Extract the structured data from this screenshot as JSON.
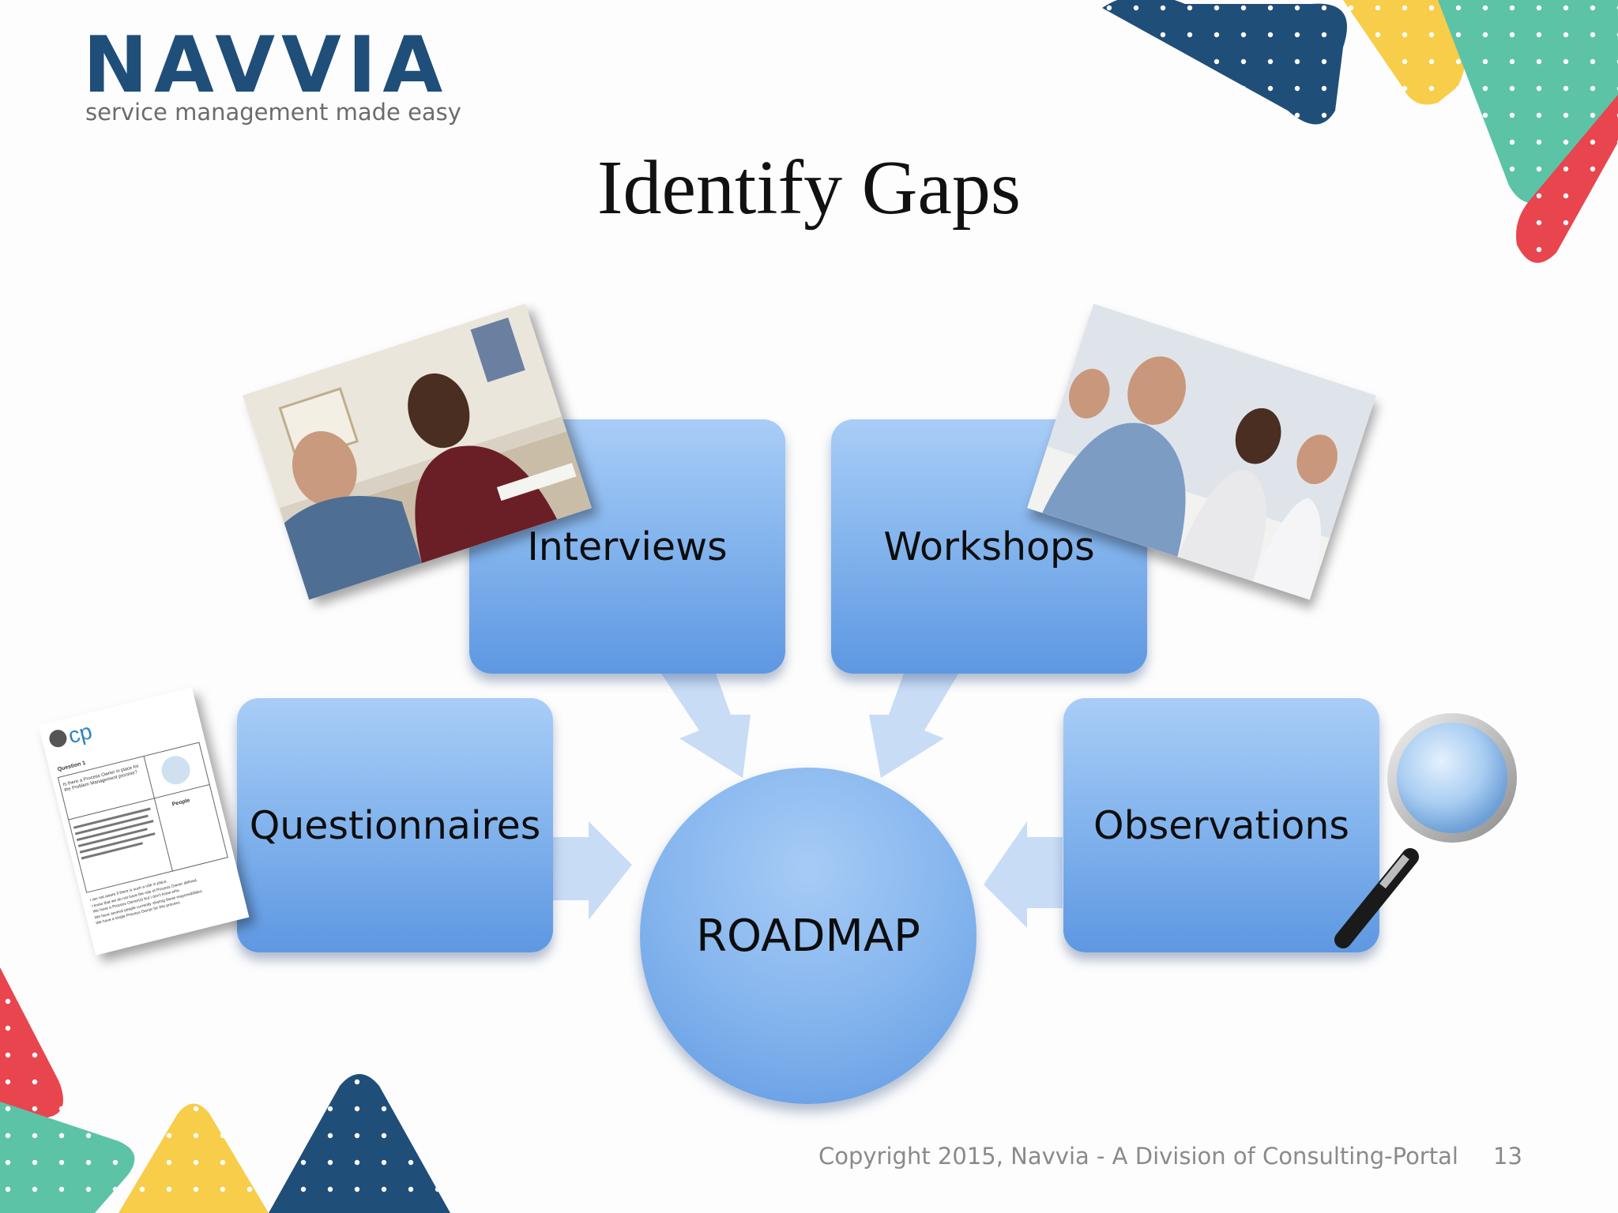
{
  "logo": {
    "name": "NAVVIA",
    "tagline": "service management made easy"
  },
  "title": "Identify Gaps",
  "diagram": {
    "center": "ROADMAP",
    "inputs": [
      "Interviews",
      "Workshops",
      "Questionnaires",
      "Observations"
    ]
  },
  "questionnaire_doc": {
    "brand": "cp",
    "question_heading": "Question 1",
    "question": "Is there a Process Owner in place for the Problem Management process?",
    "category": "People",
    "options": [
      "I am not aware if there is such a role in place.",
      "I know that we do not have the role of Process Owner defined.",
      "We have a Process Owner(s) but I don't know who.",
      "We have several people currently sharing these responsibilities.",
      "We have a single Process Owner for this process."
    ]
  },
  "footer": {
    "copyright": "Copyright 2015, Navvia - A Division of Consulting-Portal",
    "page_number": "13"
  },
  "colors": {
    "navy": "#1f4e79",
    "yellow": "#f7cd4a",
    "teal": "#5cc3a6",
    "red": "#e8454e",
    "box_light": "#a9cdf7",
    "box_dark": "#5e98e2",
    "arrow": "#c6daf5"
  }
}
